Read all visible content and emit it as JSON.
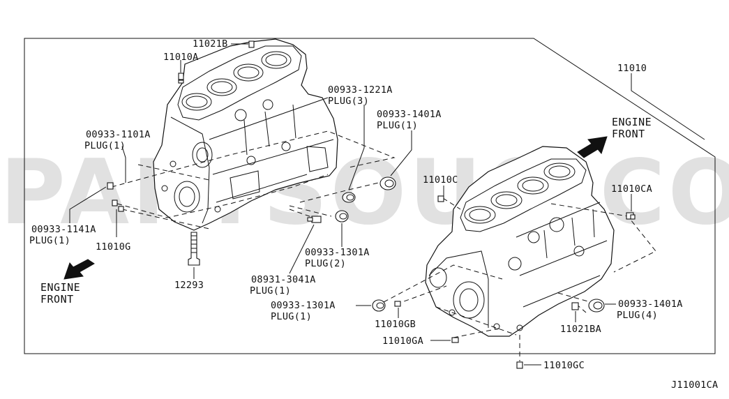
{
  "watermark": "PARTSOUQ.COM",
  "diagram_id": "J11001CA",
  "engine_front_labels": [
    {
      "line1": "ENGINE",
      "line2": "FRONT"
    },
    {
      "line1": "ENGINE",
      "line2": "FRONT"
    }
  ],
  "callouts": {
    "p11010": {
      "code": "11010"
    },
    "p11021B": {
      "code": "11021B"
    },
    "p11010A": {
      "code": "11010A"
    },
    "p00933_1221A": {
      "code": "00933-1221A",
      "desc": "PLUG(3)"
    },
    "p00933_1401A_top": {
      "code": "00933-1401A",
      "desc": "PLUG(1)"
    },
    "p00933_1101A": {
      "code": "00933-1101A",
      "desc": "PLUG(1)"
    },
    "p11010C": {
      "code": "11010C"
    },
    "p11010CA": {
      "code": "11010CA"
    },
    "p00933_1141A": {
      "code": "00933-1141A",
      "desc": "PLUG(1)"
    },
    "p11010G": {
      "code": "11010G"
    },
    "p00933_1301A_mid": {
      "code": "00933-1301A",
      "desc": "PLUG(2)"
    },
    "p08931_3041A": {
      "code": "08931-3041A",
      "desc": "PLUG(1)"
    },
    "p12293": {
      "code": "12293"
    },
    "p00933_1301A_low": {
      "code": "00933-1301A",
      "desc": "PLUG(1)"
    },
    "p11010GB": {
      "code": "11010GB"
    },
    "p11010GA": {
      "code": "11010GA"
    },
    "p11021BA": {
      "code": "11021BA"
    },
    "p00933_1401A_low": {
      "code": "00933-1401A",
      "desc": "PLUG(4)"
    },
    "p11010GC": {
      "code": "11010GC"
    }
  }
}
